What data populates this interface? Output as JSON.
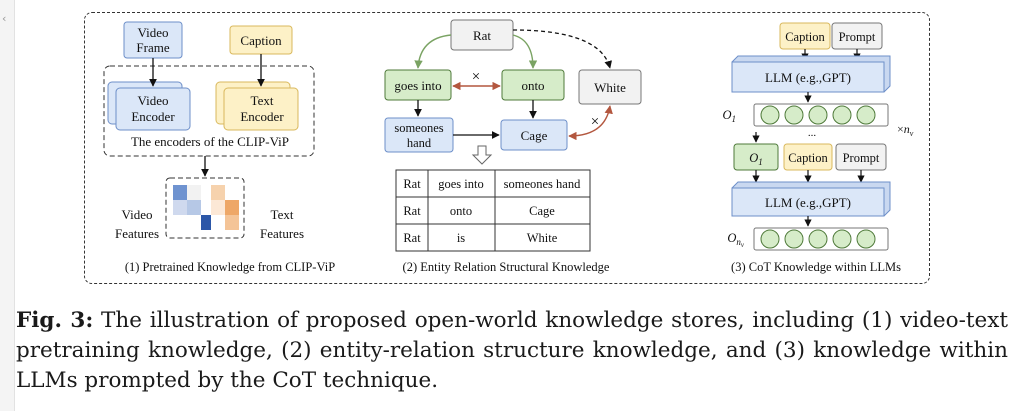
{
  "panels": {
    "p1": {
      "video_frame": [
        "Video",
        "Frame"
      ],
      "caption": "Caption",
      "video_encoder": [
        "Video",
        "Encoder"
      ],
      "text_encoder": [
        "Text",
        "Encoder"
      ],
      "encoders_label": "The encoders of the CLIP-ViP",
      "video_features": [
        "Video",
        "Features"
      ],
      "text_features": [
        "Text",
        "Features"
      ],
      "title": "(1) Pretrained Knowledge from CLIP-ViP"
    },
    "p2": {
      "nodes": {
        "rat": "Rat",
        "goes_into": "goes into",
        "onto": "onto",
        "white": "White",
        "someones_hand": [
          "someones",
          "hand"
        ],
        "cage": "Cage"
      },
      "table": [
        [
          "Rat",
          "goes into",
          "someones hand"
        ],
        [
          "Rat",
          "onto",
          "Cage"
        ],
        [
          "Rat",
          "is",
          "White"
        ]
      ],
      "title": "(2) Entity Relation Structural Knowledge"
    },
    "p3": {
      "caption": "Caption",
      "prompt": "Prompt",
      "llm1": "LLM (e.g.,GPT)",
      "o1_label": "O",
      "o1_sub": "1",
      "ellipsis": "...",
      "repeat_times": "×",
      "repeat_sub": "n",
      "repeat_subsub": "v",
      "o1_box": "O",
      "o1_box_sub": "1",
      "caption2": "Caption",
      "prompt2": "Prompt",
      "llm2": "LLM (e.g.,GPT)",
      "on_label": "O",
      "on_sub": "n",
      "on_subsub": "v",
      "title": "(3) CoT Knowledge within LLMs"
    }
  },
  "heatmap": {
    "video_cells": [
      [
        "#6f93d0",
        "#f2f2f2",
        "#ffffff"
      ],
      [
        "#cfd9ee",
        "#b6c8e6",
        "#ffffff"
      ],
      [
        "#ffffff",
        "#ffffff",
        "#2c57a8"
      ]
    ],
    "text_cells": [
      [
        "#f6d2ad",
        "#ffffff"
      ],
      [
        "#fce8d6",
        "#eea767"
      ],
      [
        "#ffffff",
        "#f4c497"
      ]
    ]
  },
  "colors": {
    "blue_fill": "#dbe7f8",
    "blue_stroke": "#6d8fc9",
    "yellow_fill": "#fdf1c7",
    "yellow_stroke": "#d9b85c",
    "green_fill": "#d6ecc9",
    "green_stroke": "#4f7a3a",
    "gray_fill": "#f2f2f2",
    "gray_stroke": "#777777",
    "red_arrow": "#b3573f",
    "green_arrow": "#7aa363"
  },
  "caption": {
    "label": "Fig. 3:",
    "text": " The illustration of proposed open-world knowledge stores, including (1) video-text pretraining knowledge, (2) entity-relation structure knowledge, and (3) knowledge within LLMs prompted by the CoT technique."
  }
}
